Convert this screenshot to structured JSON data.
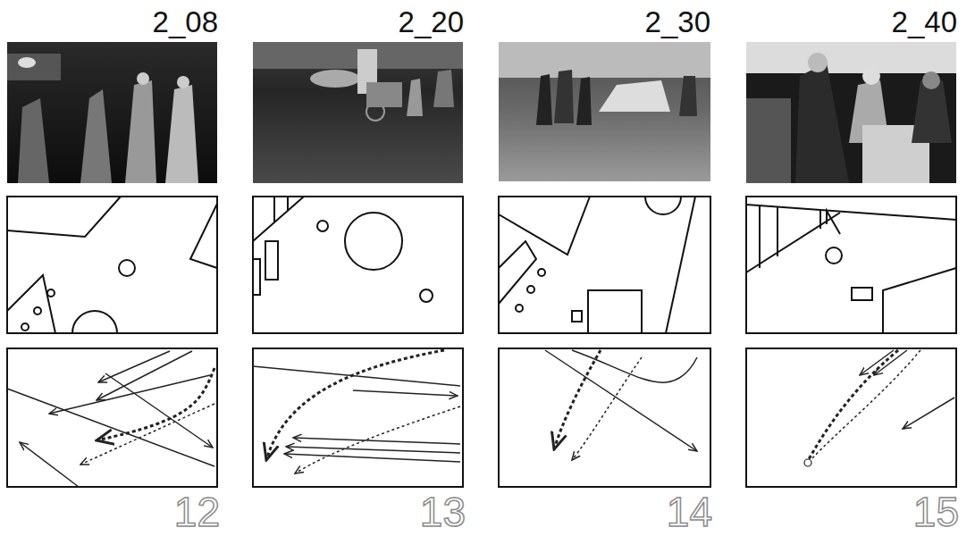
{
  "diagram": {
    "labels": [
      "2_08",
      "2_20",
      "2_30",
      "2_40",
      "12",
      "13",
      "14",
      "15"
    ]
  }
}
